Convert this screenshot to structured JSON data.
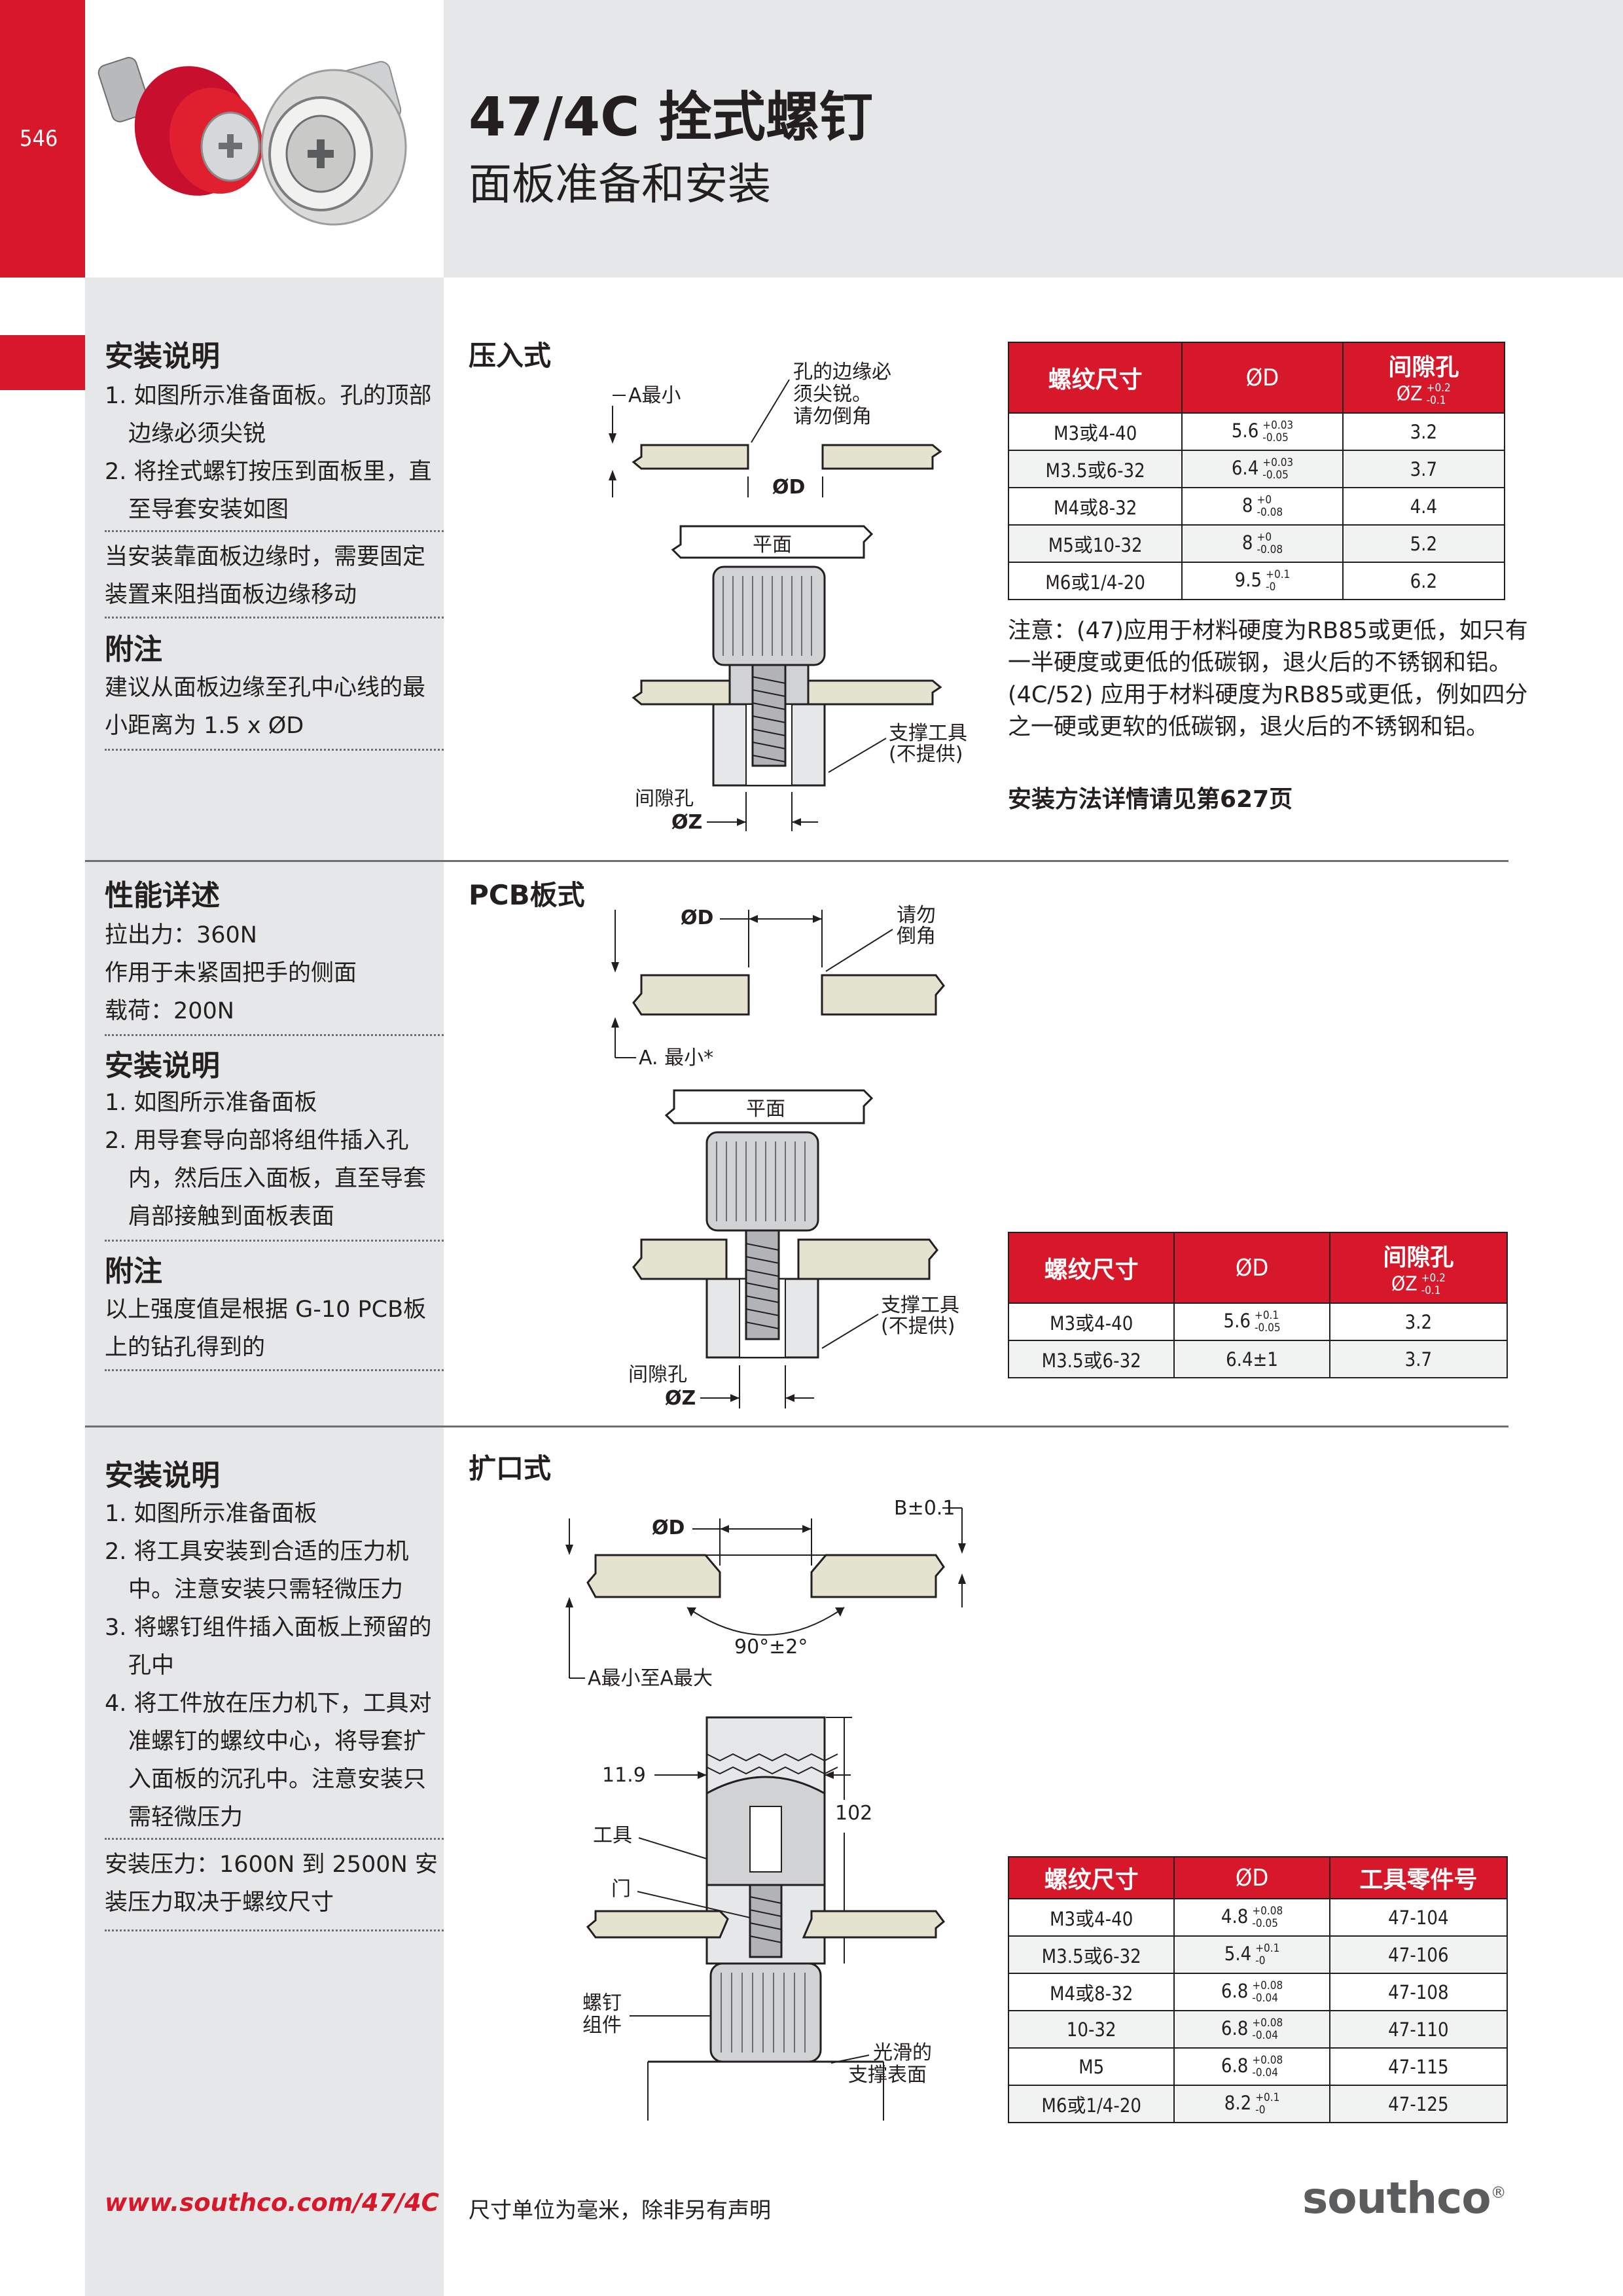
{
  "page_number": "546",
  "title": "47/4C 拴式螺钉",
  "subtitle": "面板准备和安装",
  "press_in": {
    "heading": "压入式",
    "install": {
      "heading": "安装说明",
      "steps": [
        "1. 如图所示准备面板。孔的顶部边缘必须尖锐",
        "2. 将拴式螺钉按压到面板里，直至导套安装如图"
      ],
      "note_edge": "当安装靠面板边缘时，需要固定装置来阻挡面板边缘移动"
    },
    "remark": {
      "heading": "附注",
      "text": "建议从面板边缘至孔中心线的最小距离为 1.5 x ØD"
    },
    "diagram": {
      "a_min": "A最小",
      "edge_note_1": "孔的边缘必",
      "edge_note_2": "须尖锐。",
      "edge_note_3": "请勿倒角",
      "od": "ØD",
      "flat": "平面",
      "support_1": "支撑工具",
      "support_2": "(不提供)",
      "clearance": "间隙孔",
      "oz": "ØZ"
    },
    "table": {
      "headers": [
        "螺纹尺寸",
        "ØD",
        "间隙孔"
      ],
      "clear_sub": "ØZ",
      "clear_tol_plus": "+0.2",
      "clear_tol_minus": "-0.1",
      "rows": [
        {
          "thread": "M3或4-40",
          "d": "5.6",
          "tp": "+0.03",
          "tm": "-0.05",
          "z": "3.2"
        },
        {
          "thread": "M3.5或6-32",
          "d": "6.4",
          "tp": "+0.03",
          "tm": "-0.05",
          "z": "3.7"
        },
        {
          "thread": "M4或8-32",
          "d": "8",
          "tp": "+0",
          "tm": "-0.08",
          "z": "4.4"
        },
        {
          "thread": "M5或10-32",
          "d": "8",
          "tp": "+0",
          "tm": "-0.08",
          "z": "5.2"
        },
        {
          "thread": "M6或1/4-20",
          "d": "9.5",
          "tp": "+0.1",
          "tm": "-0",
          "z": "6.2"
        }
      ]
    },
    "note": "注意：(47)应用于材料硬度为RB85或更低，如只有一半硬度或更低的低碳钢，退火后的不锈钢和铝。(4C/52) 应用于材料硬度为RB85或更低，例如四分之一硬或更软的低碳钢，退火后的不锈钢和铝。",
    "ref": "安装方法详情请见第627页"
  },
  "pcb": {
    "heading": "PCB板式",
    "perf": {
      "heading": "性能详述",
      "lines": [
        "拉出力：360N",
        "作用于未紧固把手的侧面",
        "载荷：200N"
      ]
    },
    "install": {
      "heading": "安装说明",
      "steps": [
        "1. 如图所示准备面板",
        "2. 用导套导向部将组件插入孔内，然后压入面板，直至导套肩部接触到面板表面"
      ]
    },
    "remark": {
      "heading": "附注",
      "text": "以上强度值是根据 G-10 PCB板上的钻孔得到的"
    },
    "diagram": {
      "od": "ØD",
      "no_chamfer_1": "请勿",
      "no_chamfer_2": "倒角",
      "a_min": "A. 最小*",
      "flat": "平面",
      "support_1": "支撑工具",
      "support_2": "(不提供)",
      "clearance": "间隙孔",
      "oz": "ØZ"
    },
    "table": {
      "headers": [
        "螺纹尺寸",
        "ØD",
        "间隙孔"
      ],
      "clear_sub": "ØZ",
      "clear_tol_plus": "+0.2",
      "clear_tol_minus": "-0.1",
      "rows": [
        {
          "thread": "M3或4-40",
          "d": "5.6",
          "tp": "+0.1",
          "tm": "-0.05",
          "z": "3.2"
        },
        {
          "thread": "M3.5或6-32",
          "d": "6.4±1",
          "tp": "",
          "tm": "",
          "z": "3.7"
        }
      ]
    }
  },
  "flare": {
    "heading": "扩口式",
    "install": {
      "heading": "安装说明",
      "steps": [
        "1. 如图所示准备面板",
        "2. 将工具安装到合适的压力机中。注意安装只需轻微压力",
        "3. 将螺钉组件插入面板上预留的孔中",
        "4. 将工件放在压力机下，工具对准螺钉的螺纹中心，将导套扩入面板的沉孔中。注意安装只需轻微压力"
      ],
      "pressure": "安装压力：1600N 到 2500N 安装压力取决于螺纹尺寸"
    },
    "diagram": {
      "b": "B±0.1",
      "od": "ØD",
      "angle": "90°±2°",
      "a_range": "A最小至A最大",
      "dim_119": "11.9",
      "dim_102": "102",
      "tool": "工具",
      "door": "门",
      "screw_1": "螺钉",
      "screw_2": "组件",
      "smooth_1": "光滑的",
      "smooth_2": "支撑表面"
    },
    "table": {
      "headers": [
        "螺纹尺寸",
        "ØD",
        "工具零件号"
      ],
      "rows": [
        {
          "thread": "M3或4-40",
          "d": "4.8",
          "tp": "+0.08",
          "tm": "-0.05",
          "tool": "47-104"
        },
        {
          "thread": "M3.5或6-32",
          "d": "5.4",
          "tp": "+0.1",
          "tm": "-0",
          "tool": "47-106"
        },
        {
          "thread": "M4或8-32",
          "d": "6.8",
          "tp": "+0.08",
          "tm": "-0.04",
          "tool": "47-108"
        },
        {
          "thread": "10-32",
          "d": "6.8",
          "tp": "+0.08",
          "tm": "-0.04",
          "tool": "47-110"
        },
        {
          "thread": "M5",
          "d": "6.8",
          "tp": "+0.08",
          "tm": "-0.04",
          "tool": "47-115"
        },
        {
          "thread": "M6或1/4-20",
          "d": "8.2",
          "tp": "+0.1",
          "tm": "-0",
          "tool": "47-125"
        }
      ]
    }
  },
  "footer": {
    "url": "www.southco.com/47/4C",
    "units": "尺寸单位为毫米，除非另有声明",
    "brand": "southco",
    "reg": "®"
  },
  "colors": {
    "brand_red": "#d7182a",
    "panel_gray": "#e6e7e8",
    "plate_fill": "#e4e3cf",
    "text": "#231f20"
  }
}
